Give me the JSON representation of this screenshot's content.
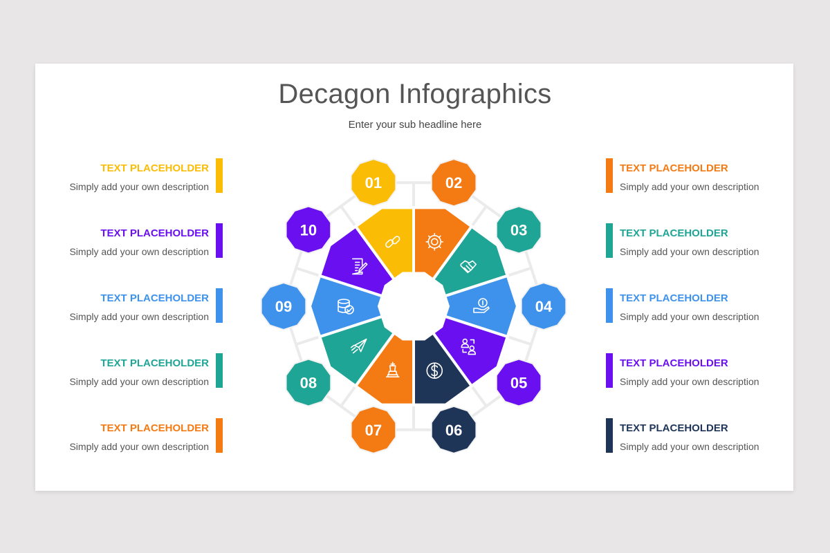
{
  "header": {
    "title": "Decagon Infographics",
    "subtitle": "Enter your sub headline here"
  },
  "colors": {
    "background": "#e8e6e7",
    "slide": "#ffffff",
    "ring_line": "#ebebeb",
    "yellow": "#fbbc05",
    "orange": "#f47b13",
    "teal": "#1fa595",
    "blue": "#3e92ec",
    "purple": "#6a0ff0",
    "navy": "#1f3558"
  },
  "segments": [
    {
      "number": "01",
      "color": "#fbbc05",
      "icon": "link-chain-icon"
    },
    {
      "number": "02",
      "color": "#f47b13",
      "icon": "gear-wrench-icon"
    },
    {
      "number": "03",
      "color": "#1fa595",
      "icon": "handshake-icon"
    },
    {
      "number": "04",
      "color": "#3e92ec",
      "icon": "hand-coin-icon"
    },
    {
      "number": "05",
      "color": "#6a0ff0",
      "icon": "user-exchange-icon"
    },
    {
      "number": "06",
      "color": "#1f3558",
      "icon": "dollar-circle-icon"
    },
    {
      "number": "07",
      "color": "#f47b13",
      "icon": "chess-king-icon"
    },
    {
      "number": "08",
      "color": "#1fa595",
      "icon": "paper-plane-icon"
    },
    {
      "number": "09",
      "color": "#3e92ec",
      "icon": "database-check-icon"
    },
    {
      "number": "10",
      "color": "#6a0ff0",
      "icon": "document-edit-icon"
    }
  ],
  "left_items": [
    {
      "title": "TEXT PLACEHOLDER",
      "description": "Simply add your own description",
      "color": "#fbbc05"
    },
    {
      "title": "TEXT PLACEHOLDER",
      "description": "Simply add your own description",
      "color": "#6a0ff0"
    },
    {
      "title": "TEXT PLACEHOLDER",
      "description": "Simply add your own description",
      "color": "#3e92ec"
    },
    {
      "title": "TEXT PLACEHOLDER",
      "description": "Simply add your own description",
      "color": "#1fa595"
    },
    {
      "title": "TEXT PLACEHOLDER",
      "description": "Simply add your own description",
      "color": "#f47b13"
    }
  ],
  "right_items": [
    {
      "title": "TEXT PLACEHOLDER",
      "description": "Simply add your own description",
      "color": "#f47b13"
    },
    {
      "title": "TEXT PLACEHOLDER",
      "description": "Simply add your own description",
      "color": "#1fa595"
    },
    {
      "title": "TEXT PLACEHOLDER",
      "description": "Simply add your own description",
      "color": "#3e92ec"
    },
    {
      "title": "TEXT PLACEHOLDER",
      "description": "Simply add your own description",
      "color": "#6a0ff0"
    },
    {
      "title": "TEXT PLACEHOLDER",
      "description": "Simply add your own description",
      "color": "#1f3558"
    }
  ]
}
